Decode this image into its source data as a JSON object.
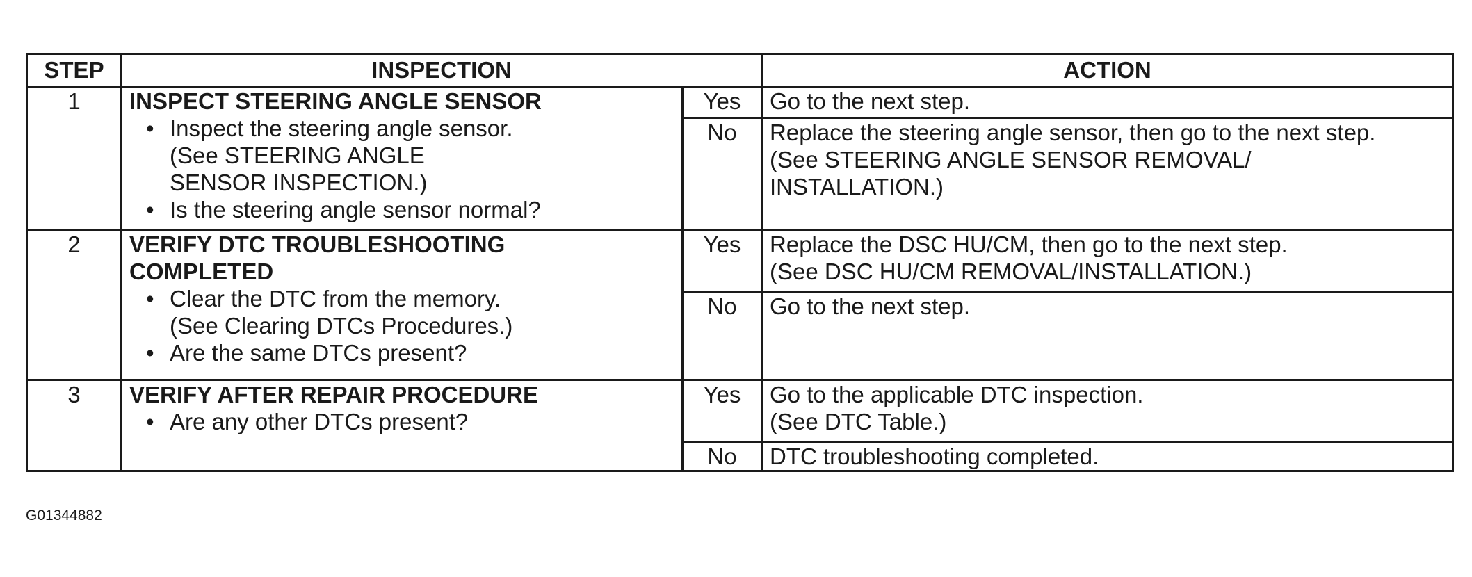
{
  "table": {
    "headers": {
      "step": "STEP",
      "inspection": "INSPECTION",
      "action": "ACTION"
    },
    "rows": [
      {
        "step": "1",
        "title": "INSPECT STEERING ANGLE SENSOR",
        "bullets": [
          [
            "Inspect the steering angle sensor.",
            "(See STEERING ANGLE",
            "SENSOR INSPECTION.)"
          ],
          [
            "Is the steering angle sensor normal?"
          ]
        ],
        "yes_label": "Yes",
        "yes_action": [
          "Go to the next step."
        ],
        "no_label": "No",
        "no_action": [
          "Replace the steering angle sensor, then go to the next step.",
          "(See STEERING ANGLE SENSOR REMOVAL/",
          "INSTALLATION.)"
        ]
      },
      {
        "step": "2",
        "title_lines": [
          "VERIFY DTC TROUBLESHOOTING",
          "COMPLETED"
        ],
        "bullets": [
          [
            "Clear the DTC from the memory.",
            "(See Clearing DTCs Procedures.)"
          ],
          [
            "Are the same DTCs present?"
          ]
        ],
        "yes_label": "Yes",
        "yes_action": [
          "Replace the DSC HU/CM, then go to the next step.",
          "(See DSC HU/CM REMOVAL/INSTALLATION.)"
        ],
        "no_label": "No",
        "no_action": [
          "Go to the next step."
        ]
      },
      {
        "step": "3",
        "title": "VERIFY AFTER REPAIR PROCEDURE",
        "bullets": [
          [
            "Are any other DTCs present?"
          ]
        ],
        "yes_label": "Yes",
        "yes_action": [
          "Go to the applicable DTC inspection.",
          "(See DTC Table.)"
        ],
        "no_label": "No",
        "no_action": [
          "DTC troubleshooting completed."
        ]
      }
    ]
  },
  "figure_id": "G01344882"
}
